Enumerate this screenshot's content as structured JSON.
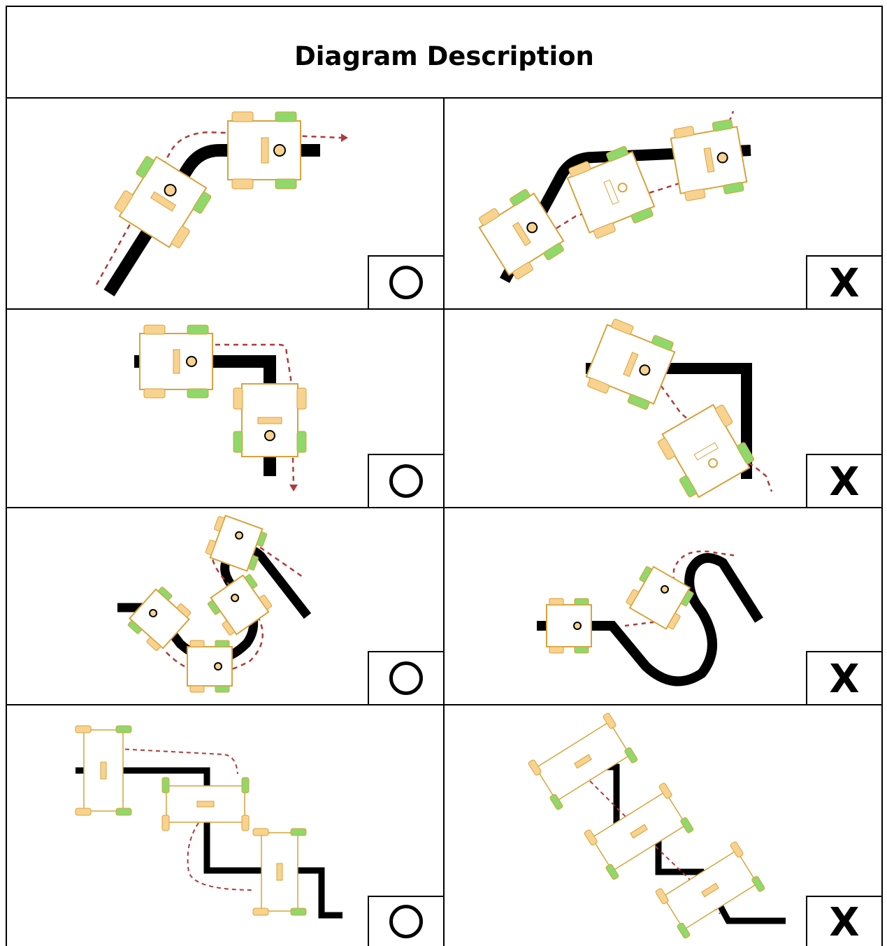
{
  "title": "Diagram Description",
  "colors": {
    "track": "#000000",
    "robot_outline": "#d9a23a",
    "wheel_front": "#8fd86a",
    "wheel_rear": "#f8d28f",
    "path_arrow": "#b03a3a"
  },
  "rows": [
    {
      "scenario": "corner-turn",
      "correct": {
        "verdict": "correct",
        "mark": "o-mark"
      },
      "incorrect": {
        "verdict": "incorrect",
        "mark": "X"
      }
    },
    {
      "scenario": "right-angle-turn",
      "correct": {
        "verdict": "correct",
        "mark": "o-mark"
      },
      "incorrect": {
        "verdict": "incorrect",
        "mark": "X"
      }
    },
    {
      "scenario": "s-curve",
      "correct": {
        "verdict": "correct",
        "mark": "o-mark"
      },
      "incorrect": {
        "verdict": "incorrect",
        "mark": "X"
      }
    },
    {
      "scenario": "zigzag-steps",
      "correct": {
        "verdict": "correct",
        "mark": "o-mark"
      },
      "incorrect": {
        "verdict": "incorrect",
        "mark": "X"
      }
    }
  ]
}
